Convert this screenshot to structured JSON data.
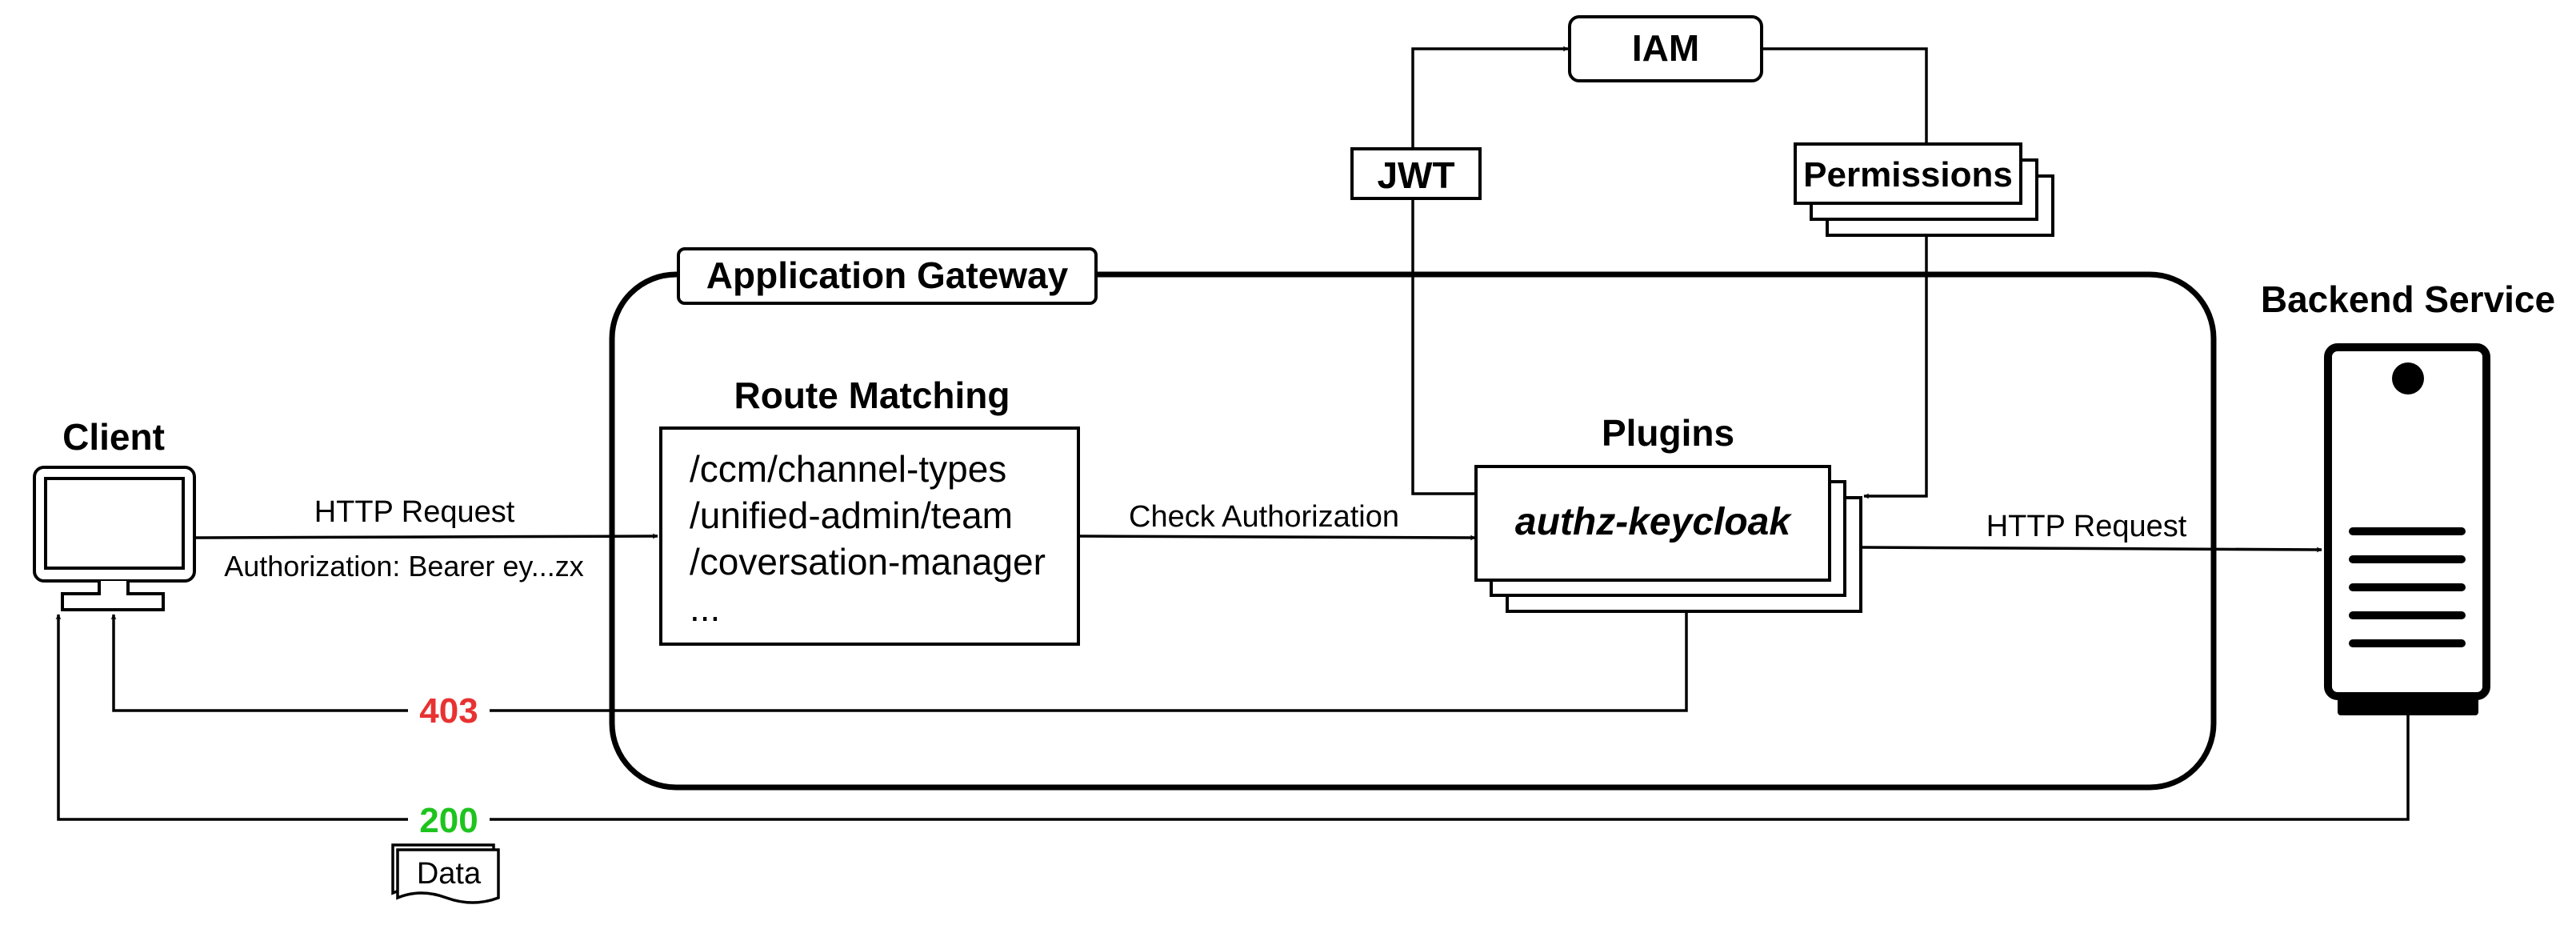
{
  "client": {
    "label": "Client"
  },
  "request": {
    "label": "HTTP Request",
    "auth_header": "Authorization: Bearer ey...zx"
  },
  "gateway": {
    "label": "Application Gateway",
    "route_matching": {
      "title": "Route Matching",
      "routes": [
        "/ccm/channel-types",
        "/unified-admin/team",
        "/coversation-manager",
        "..."
      ]
    },
    "check_label": "Check Authorization",
    "plugins": {
      "title": "Plugins",
      "name": "authz-keycloak"
    }
  },
  "iam": {
    "label": "IAM",
    "jwt_label": "JWT",
    "permissions_label": "Permissions"
  },
  "backend": {
    "label": "Backend Service",
    "request_label": "HTTP Request"
  },
  "responses": {
    "forbidden": {
      "code": "403",
      "color": "#e83232"
    },
    "ok": {
      "code": "200",
      "color": "#1ec41e"
    },
    "data_label": "Data"
  }
}
